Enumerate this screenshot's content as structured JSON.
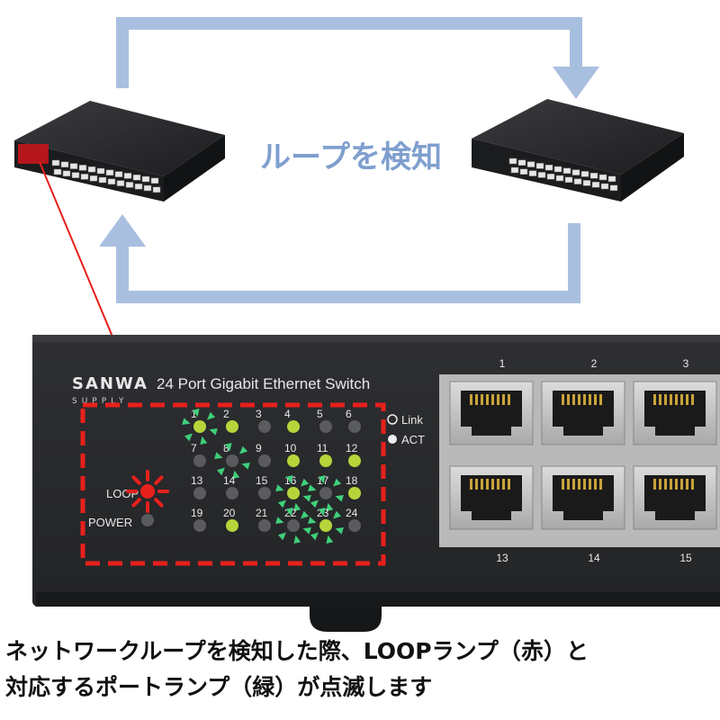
{
  "flow_label": "ループを検知",
  "brand": {
    "line1": "SANWA",
    "line2": "SUPPLY"
  },
  "panel_title": "24 Port Gigabit Ethernet Switch",
  "legend": {
    "link": "Link",
    "act": "ACT"
  },
  "indicators": {
    "loop": "LOOP",
    "power": "POWER"
  },
  "port_numbers": [
    "1",
    "2",
    "3",
    "4",
    "5",
    "6",
    "7",
    "8",
    "9",
    "10",
    "11",
    "12",
    "13",
    "14",
    "15",
    "16",
    "17",
    "18",
    "19",
    "20",
    "21",
    "22",
    "23",
    "24"
  ],
  "jack_numbers_top": [
    "1",
    "2",
    "3"
  ],
  "jack_numbers_bottom": [
    "13",
    "14",
    "15"
  ],
  "lit_ports": [
    "1",
    "2",
    "4",
    "10",
    "11",
    "12",
    "16",
    "18",
    "20",
    "23"
  ],
  "blinking_ports": [
    "1",
    "8",
    "16",
    "17",
    "22",
    "23"
  ],
  "colors": {
    "arrow": "#a9bfe0",
    "flow_text": "#7f9fce",
    "loop_red": "#e8201c",
    "port_green": "#b7d43a",
    "blink_ray": "#3fd07a",
    "chassis": "#2a2b2d"
  },
  "caption": {
    "line1": "ネットワークループを検知した際、LOOPランプ（赤）と",
    "line2": "対応するポートランプ（緑）が点滅します"
  }
}
